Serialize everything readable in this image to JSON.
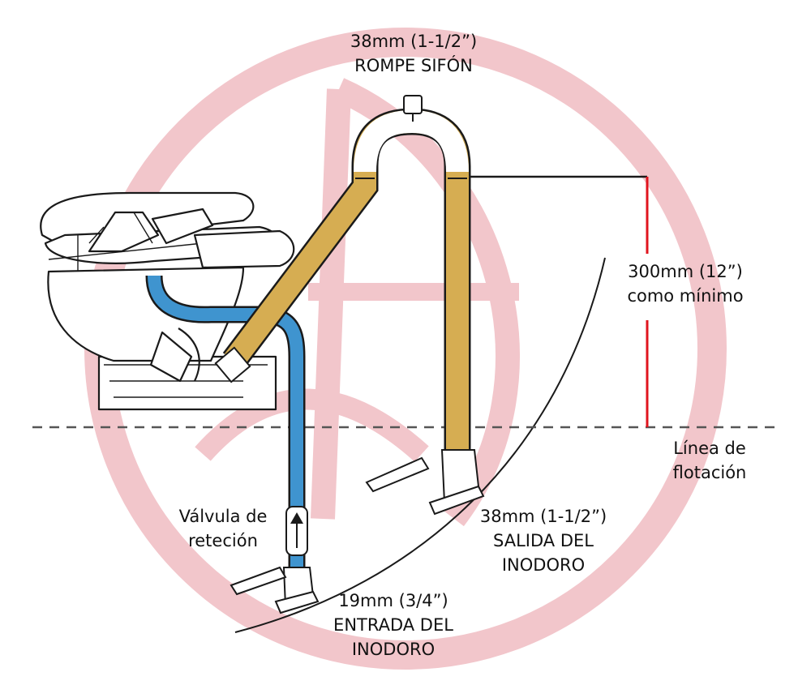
{
  "labels": {
    "vent": {
      "size": "38mm (1-1/2”)",
      "name": "ROMPE SIFÓN"
    },
    "height": {
      "value": "300mm (12”)",
      "note": "como mínimo"
    },
    "waterline": {
      "line1": "Línea de",
      "line2": "flotación"
    },
    "check_valve": {
      "line1": "Válvula de",
      "line2": "reteción"
    },
    "outlet": {
      "size": "38mm (1-1/2”)",
      "line1": "SALIDA DEL",
      "line2": "INODORO"
    },
    "inlet": {
      "size": "19mm (3/4”)",
      "line1": "ENTRADA DEL",
      "line2": "INODORO"
    }
  },
  "colors": {
    "discharge_hose": "#d6ad52",
    "intake_hose": "#3f94cf",
    "height_marker": "#e0141e",
    "watermark": "#f2c6cb",
    "line_art": "#1a1a1a"
  }
}
